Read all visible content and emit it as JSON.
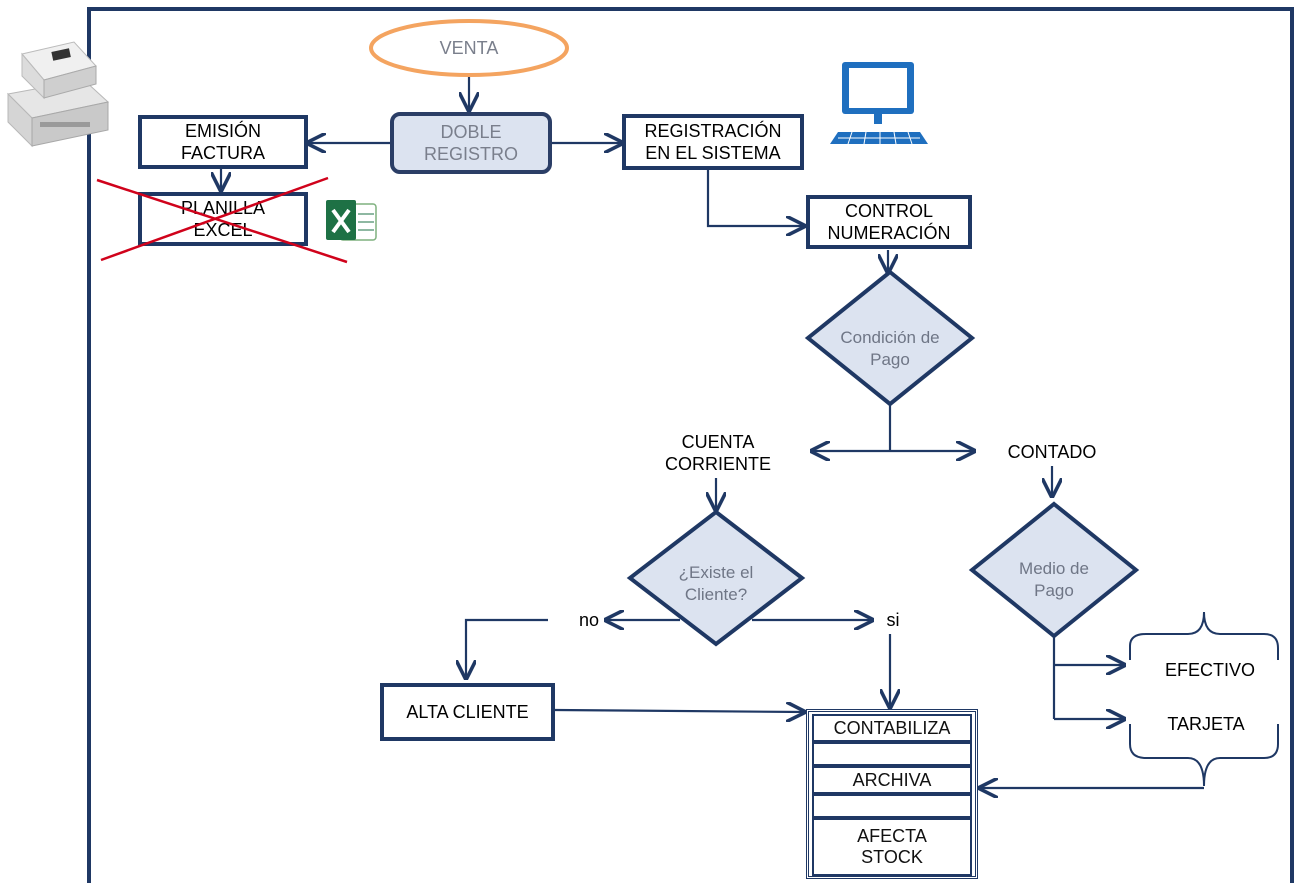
{
  "start": {
    "label": "VENTA"
  },
  "double_register": {
    "label": "DOBLE\nREGISTRO"
  },
  "emision": {
    "label": "EMISIÓN\nFACTURA"
  },
  "planilla": {
    "label": "PLANILLA\nEXCEL"
  },
  "registracion": {
    "label": "REGISTRACIÓN\nEN EL SISTEMA"
  },
  "control": {
    "label": "CONTROL\nNUMERACIÓN"
  },
  "decision_pago": {
    "label": "Condición de\nPago"
  },
  "cuenta_corriente": {
    "label": "CUENTA\nCORRIENTE"
  },
  "contado": {
    "label": "CONTADO"
  },
  "decision_cliente": {
    "label": "¿Existe el\nCliente?"
  },
  "decision_medio": {
    "label": "Medio  de\nPago"
  },
  "branch_no": {
    "label": "no"
  },
  "branch_si": {
    "label": "si"
  },
  "alta_cliente": {
    "label": "ALTA CLIENTE"
  },
  "efectivo": {
    "label": "EFECTIVO"
  },
  "tarjeta": {
    "label": "TARJETA"
  },
  "stack": {
    "contabiliza": "CONTABILIZA",
    "archiva": "ARCHIVA",
    "afecta": "AFECTA\nSTOCK"
  },
  "icons": [
    "cash-register-icon",
    "computer-monitor-icon",
    "excel-icon"
  ],
  "colors": {
    "line": "#1f3864",
    "node_fill": "#dce3f0",
    "start_border": "#f4a460",
    "cross": "#d0021b",
    "excel_green": "#1e7145"
  }
}
